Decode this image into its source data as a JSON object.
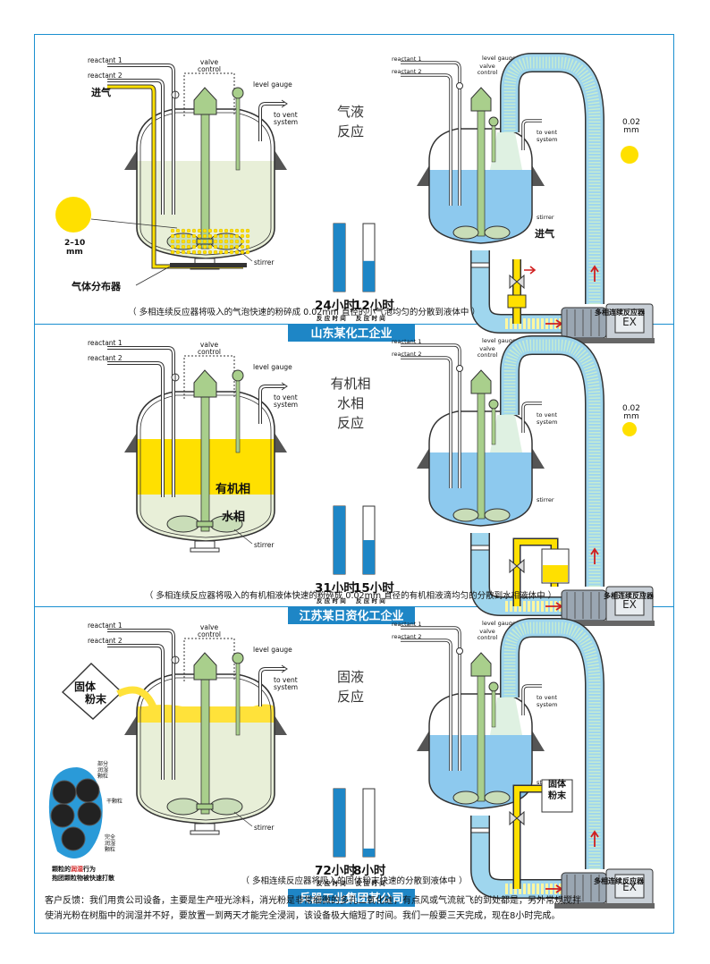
{
  "labels": {
    "reactant1": "reactant 1",
    "reactant2": "reactant 2",
    "valve": "valve",
    "control": "control",
    "level_gauge": "level gauge",
    "to_vent": "to vent",
    "system": "system",
    "stirrer": "stirrer",
    "reaction_time": "反 应 时 间",
    "ex": "EX",
    "size_002": "0.02",
    "mm": "mm",
    "reactor_name": "多相连续反应器"
  },
  "panels": [
    {
      "title_lines": [
        "气液",
        "反应"
      ],
      "time_left": "24小时",
      "time_right": "12小时",
      "left_fill": 1.0,
      "right_fill": 0.45,
      "company": "山东某化工企业",
      "caption": "（ 多相连续反应器将吸入的气泡快速的粉碎成 0.02mm 直径的小气泡均匀的分散到液体中 ）",
      "gas_in": "进气",
      "bubble_size": "2–10",
      "bubble_unit": "mm",
      "distributor": "气体分布器",
      "inlet_right": "进气"
    },
    {
      "title_lines": [
        "有机相",
        "水相",
        "反应"
      ],
      "time_left": "31小时",
      "time_right": "15小时",
      "left_fill": 1.0,
      "right_fill": 0.5,
      "company": "江苏某日资化工企业",
      "caption": "（ 多相连续反应器将吸入的有机相液体快速的粉碎成 0.02mm 直径的有机相液滴均匀的分散到水相液体中 ）",
      "organic": "有机相",
      "water": "水相"
    },
    {
      "title_lines": [
        "固液",
        "反应"
      ],
      "time_left": "72小时",
      "time_right": "8小时",
      "left_fill": 1.0,
      "right_fill": 0.12,
      "company": "兵器工业集团某公司",
      "caption": "（ 多相连续反应器将吸入的固体粉末快速的分散到液体中 ）",
      "powder_lines": [
        "固体",
        "粉末"
      ],
      "powder_right_lines": [
        "固体",
        "粉末"
      ],
      "particle_note1": "部分",
      "particle_note2": "润湿",
      "particle_note3": "颗粒",
      "dry_particle": "干颗粒",
      "full_wet1": "完全",
      "full_wet2": "润湿",
      "full_wet3": "颗粒",
      "wetting_prefix": "颗粒的",
      "wetting_red": "润湿",
      "wetting_suffix": "行为",
      "wetting_line2": "抱团颗粒物被快速打散"
    }
  ],
  "footer": {
    "line1": "客户反馈：我们用贵公司设备，主要是生产哑光涂料，消光粉是非常细微的多孔二氧化硅，有点风或气流就飞的到处都是，另外常规搅拌",
    "line2": "使消光粉在树脂中的润湿并不好，要放置一到两天才能完全浸润，该设备极大缩短了时间。我们一般要三天完成，现在8小时完成。"
  }
}
